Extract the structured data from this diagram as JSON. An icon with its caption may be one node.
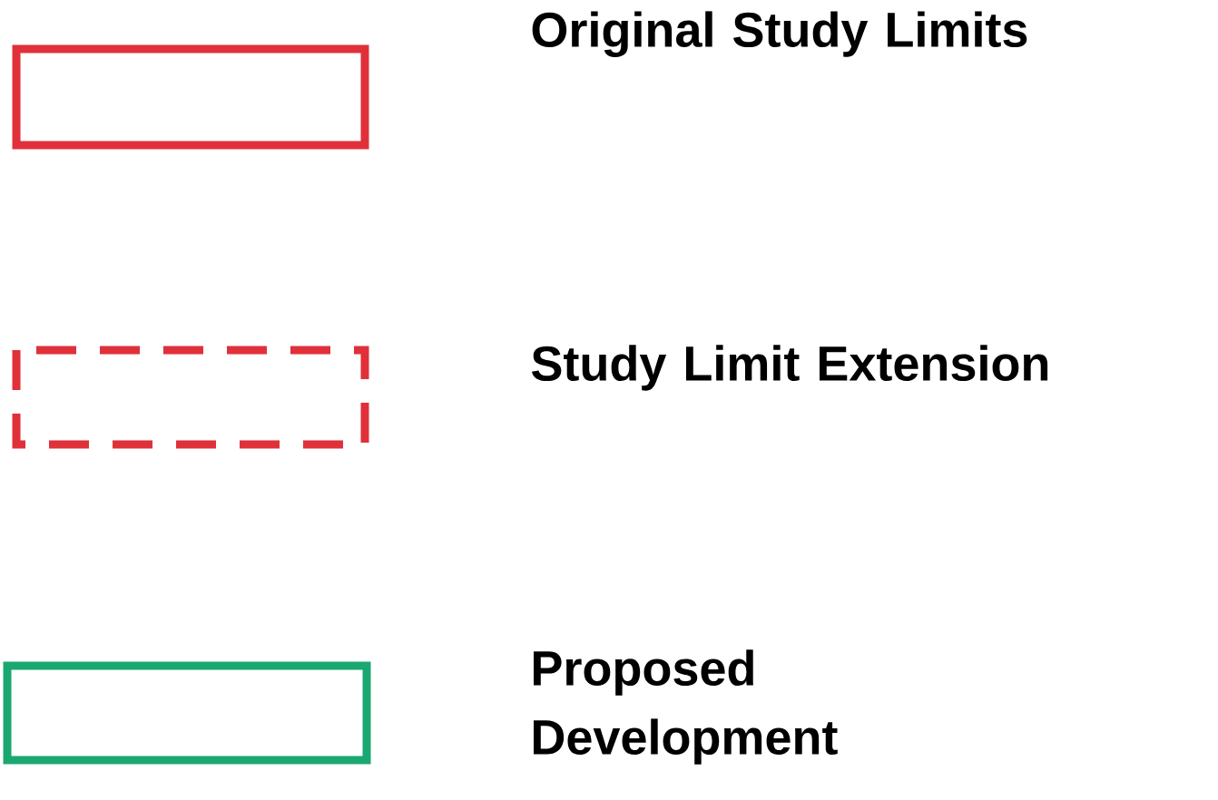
{
  "diagram": {
    "legend": [
      {
        "text": "Original Study Limits"
      },
      {
        "text": "Study Limit Extension"
      },
      {
        "text": "Proposed Development"
      }
    ]
  }
}
